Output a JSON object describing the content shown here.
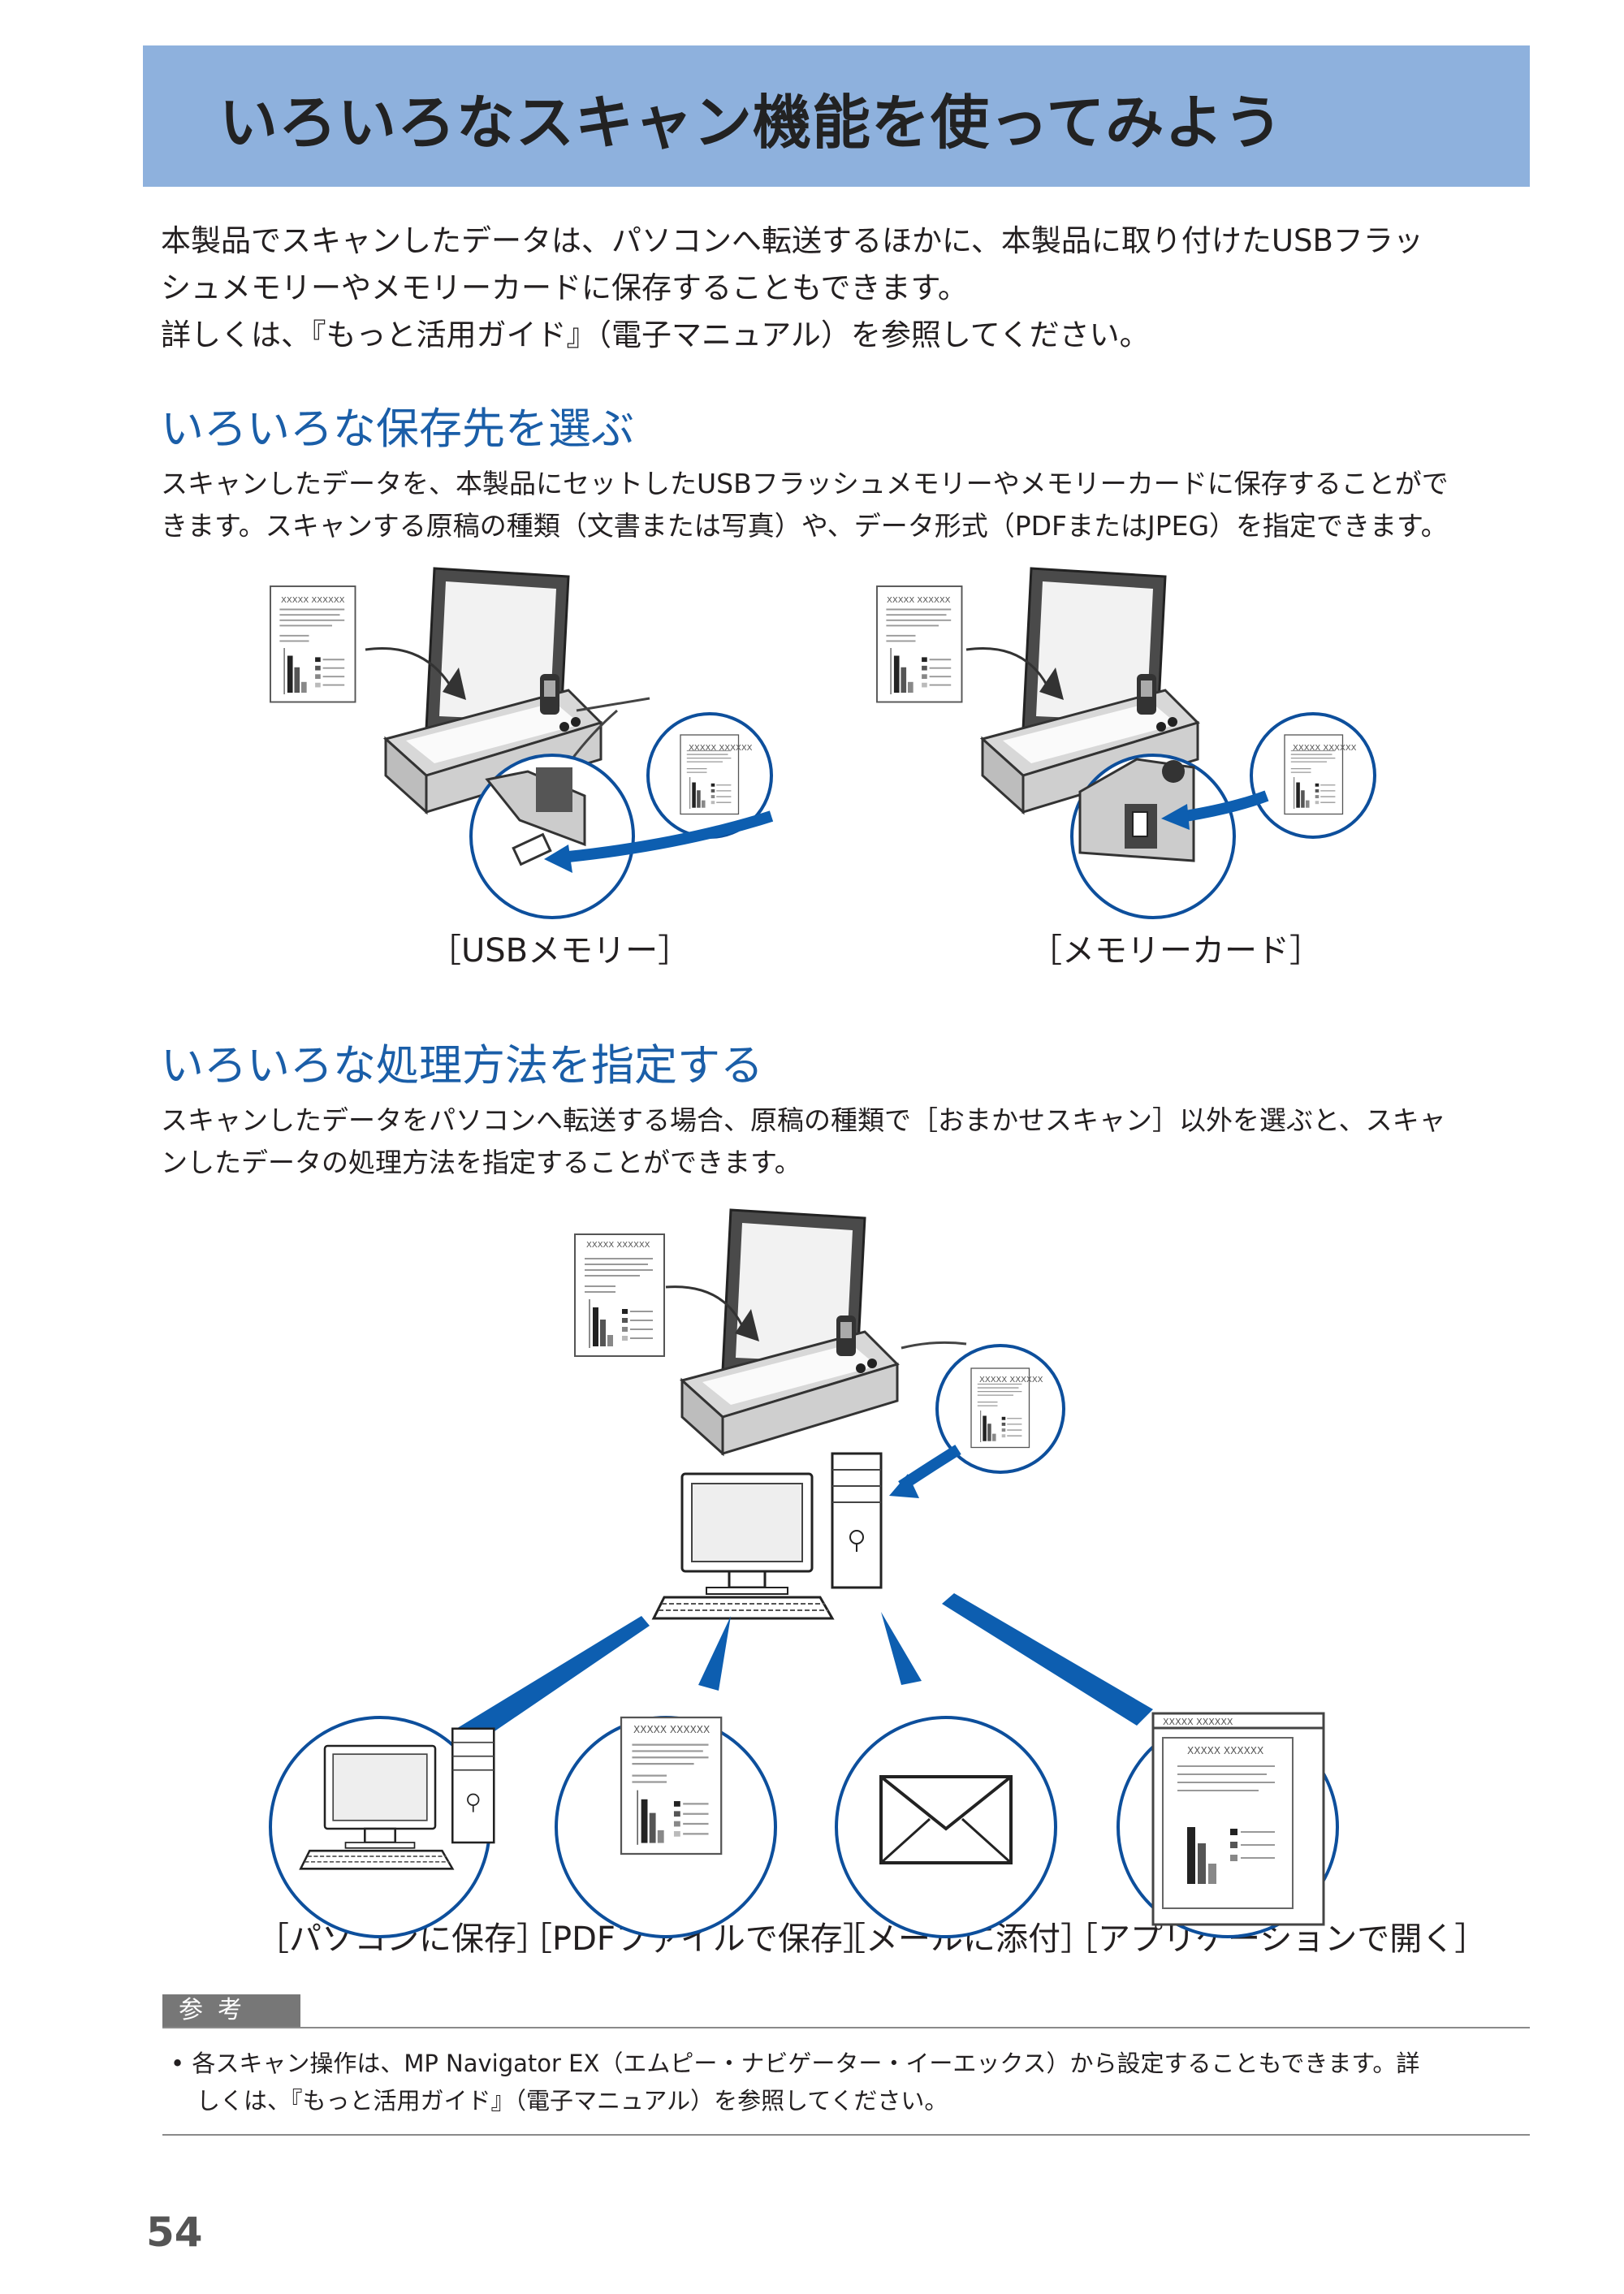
{
  "title": "いろいろなスキャン機能を使ってみよう",
  "intro": [
    "本製品でスキャンしたデータは、パソコンへ転送するほかに、本製品に取り付けたUSBフラッ",
    "シュメモリーやメモリーカードに保存することもできます。",
    "詳しくは、『もっと活用ガイド』（電子マニュアル）を参照してください。"
  ],
  "section1": {
    "heading": "いろいろな保存先を選ぶ",
    "text": [
      "スキャンしたデータを、本製品にセットしたUSBフラッシュメモリーやメモリーカードに保存することがで",
      "きます。スキャンする原稿の種類（文書または写真）や、データ形式（PDFまたはJPEG）を指定できます。"
    ],
    "captions": [
      "［USBメモリー］",
      "［メモリーカード］"
    ]
  },
  "section2": {
    "heading": "いろいろな処理方法を指定する",
    "text": [
      "スキャンしたデータをパソコンへ転送する場合、原稿の種類で［おまかせスキャン］以外を選ぶと、スキャ",
      "ンしたデータの処理方法を指定することができます。"
    ],
    "captions": [
      "［パソコンに保存］",
      "［PDFファイルで保存］",
      "［メールに添付］",
      "［アプリケーションで開く］"
    ]
  },
  "doc_label": "XXXXX XXXXXX",
  "note": {
    "tag": "参考",
    "text": [
      "• 各スキャン操作は、MP Navigator EX（エムピー・ナビゲーター・イーエックス）から設定することもできます。詳",
      "しくは、『もっと活用ガイド』（電子マニュアル）を参照してください。"
    ]
  },
  "page_number": "54",
  "colors": {
    "title_band": "#8eb1dd",
    "heading": "#1a5ea8",
    "arrow": "#0d5eb0",
    "circle": "#0d4f9c"
  }
}
